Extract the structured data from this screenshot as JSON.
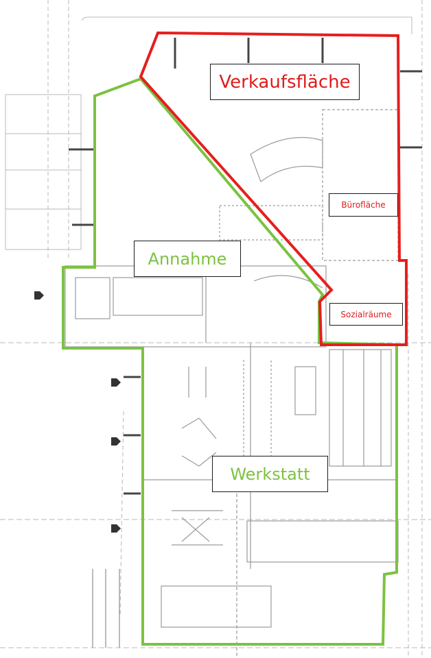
{
  "diagram": {
    "type": "floor-plan",
    "colors": {
      "sales_outline": "#e61e1e",
      "workshop_outline": "#7cc242",
      "drawing_lines": "#9a9a9a",
      "label_border": "#1a1a1a"
    },
    "zones": [
      {
        "id": "verkaufsflaeche",
        "label": "Verkaufsfläche",
        "outline": "red"
      },
      {
        "id": "bueroflaeche",
        "label": "Bürofläche",
        "outline": "red"
      },
      {
        "id": "sozialraeume",
        "label": "Sozialräume",
        "outline": "red"
      },
      {
        "id": "annahme",
        "label": "Annahme",
        "outline": "green"
      },
      {
        "id": "werkstatt",
        "label": "Werkstatt",
        "outline": "green"
      }
    ]
  },
  "labels": {
    "verkaufsflaeche": "Verkaufsfläche",
    "bueroflaeche": "Bürofläche",
    "sozialraeume": "Sozialräume",
    "annahme": "Annahme",
    "werkstatt": "Werkstatt"
  }
}
